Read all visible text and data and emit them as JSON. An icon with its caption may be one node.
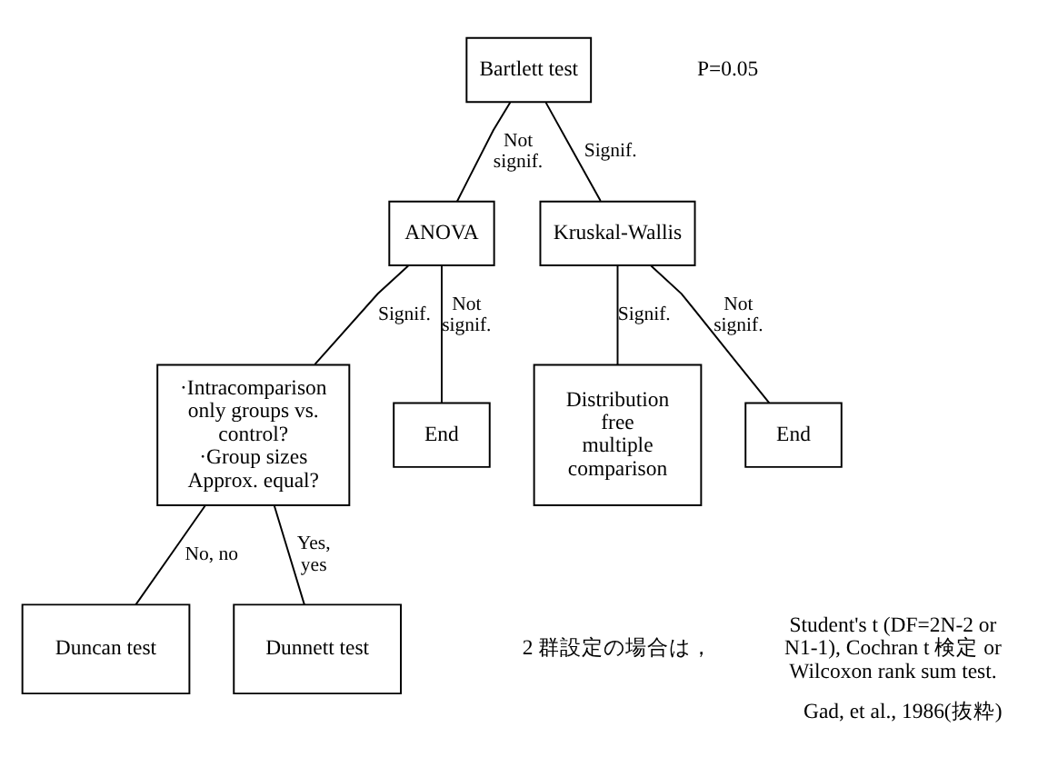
{
  "diagram": {
    "caption": "Gad, et al., 1986(抜粋)",
    "nodes": [
      {
        "text": [
          "Bartlett test"
        ]
      },
      {
        "text": [
          "ANOVA"
        ]
      },
      {
        "text": [
          "Kruskal-Wallis"
        ]
      },
      {
        "text": [
          "·Intracomparison only groups vs. control?",
          "·Group sizes Approx. equal?"
        ]
      },
      {
        "text": [
          "End"
        ]
      },
      {
        "text": [
          "Distribution free multiple comparison"
        ]
      },
      {
        "text": [
          "End"
        ]
      },
      {
        "text": [
          "Duncan test"
        ]
      },
      {
        "text": [
          "Dunnett test"
        ]
      }
    ],
    "edges": [
      {
        "from": 0,
        "to": 1,
        "arrow": "none",
        "label": "Not signif."
      },
      {
        "from": 0,
        "to": 2,
        "arrow": "none",
        "label": "Signif."
      },
      {
        "from": 1,
        "to": 3,
        "arrow": "none",
        "label": "Signif."
      },
      {
        "from": 1,
        "to": 4,
        "arrow": "none",
        "label": "Not signif."
      },
      {
        "from": 2,
        "to": 5,
        "arrow": "none",
        "label": "Signif."
      },
      {
        "from": 2,
        "to": 6,
        "arrow": "none",
        "label": "Not signif."
      },
      {
        "from": 3,
        "to": 7,
        "arrow": "none",
        "label": "No, no"
      },
      {
        "from": 3,
        "to": 8,
        "arrow": "none",
        "label": "Yes, yes"
      }
    ],
    "labels": [
      "P=0.05",
      "2 群設定の場合は，",
      "Student's t (DF=2N-2 or N1-1), Cochran t 検定 or Wilcoxon rank sum test."
    ]
  }
}
